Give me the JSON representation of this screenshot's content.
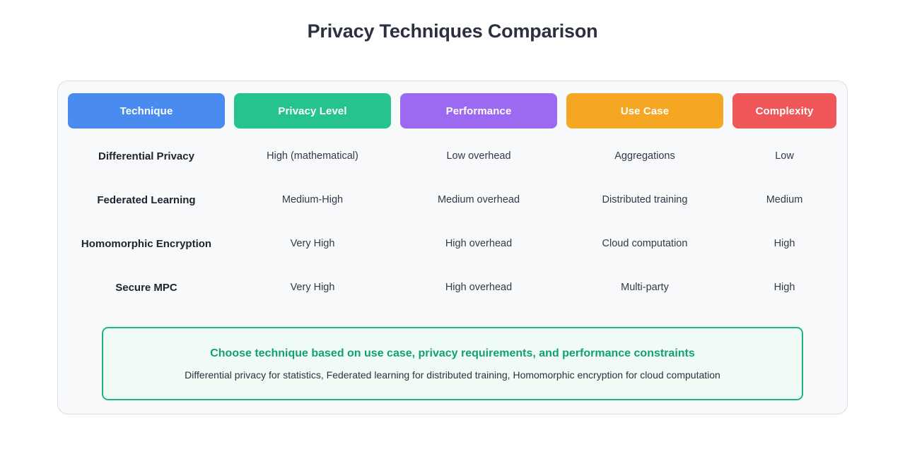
{
  "page": {
    "title": "Privacy Techniques Comparison"
  },
  "table": {
    "columns": [
      {
        "label": "Technique",
        "color": "#4a8bf0"
      },
      {
        "label": "Privacy Level",
        "color": "#27c38d"
      },
      {
        "label": "Performance",
        "color": "#9b6af0"
      },
      {
        "label": "Use Case",
        "color": "#f5a623"
      },
      {
        "label": "Complexity",
        "color": "#ef5758"
      }
    ],
    "rows": [
      {
        "technique": "Differential Privacy",
        "privacy_level": "High (mathematical)",
        "performance": "Low overhead",
        "use_case": "Aggregations",
        "complexity": "Low"
      },
      {
        "technique": "Federated Learning",
        "privacy_level": "Medium-High",
        "performance": "Medium overhead",
        "use_case": "Distributed training",
        "complexity": "Medium"
      },
      {
        "technique": "Homomorphic Encryption",
        "privacy_level": "Very High",
        "performance": "High overhead",
        "use_case": "Cloud computation",
        "complexity": "High"
      },
      {
        "technique": "Secure MPC",
        "privacy_level": "Very High",
        "performance": "High overhead",
        "use_case": "Multi-party",
        "complexity": "High"
      }
    ]
  },
  "callout": {
    "title": "Choose technique based on use case, privacy requirements, and performance constraints",
    "subtitle": "Differential privacy for statistics, Federated learning for distributed training, Homomorphic encryption for cloud computation",
    "border_color": "#1fb57f",
    "background_color": "#f0fbf5",
    "title_color": "#12a06e"
  }
}
